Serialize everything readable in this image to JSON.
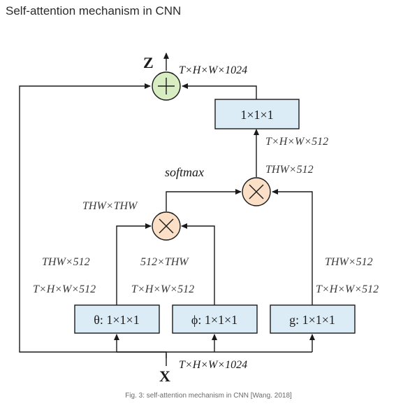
{
  "header": {
    "title": "Self-attention mechanism in CNN"
  },
  "diagram": {
    "output_label": "Z",
    "input_label": "X",
    "top_dims": "T×H×W×1024",
    "bottom_dims": "T×H×W×1024",
    "conv_out_box": "1×1×1",
    "conv_out_dims": "T×H×W×512",
    "softmax_label": "softmax",
    "mult2_input_label": "THW×512",
    "mult1_output_label": "THW×THW",
    "theta_box": "θ: 1×1×1",
    "phi_box": "ϕ: 1×1×1",
    "g_box": "g: 1×1×1",
    "theta_reshape": "THW×512",
    "phi_reshape": "512×THW",
    "g_reshape": "THW×512",
    "theta_dims": "T×H×W×512",
    "phi_dims": "T×H×W×512",
    "g_dims": "T×H×W×512",
    "plus_symbol": "+",
    "times_symbol": "×"
  },
  "caption": "Fig. 3: self-attention mechanism in CNN [Wang. 2018]",
  "colors": {
    "box_fill": "#dcecf7",
    "add_node_fill": "#d9edc3",
    "mult_node_fill": "#fbe0c7",
    "stroke": "#1a1a1a",
    "label": "#3a3a3a"
  }
}
